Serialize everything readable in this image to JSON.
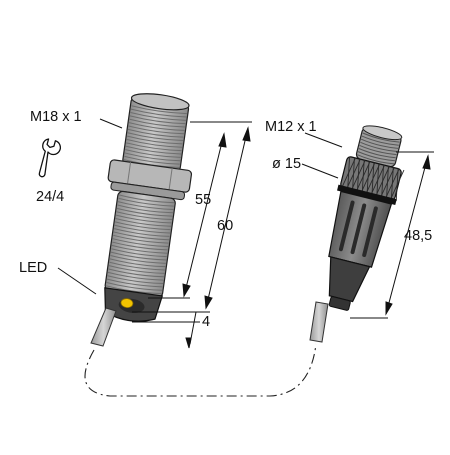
{
  "labels": {
    "thread_sensor": "M18 x 1",
    "wrench_size": "24/4",
    "led": "LED",
    "dim_55": "55",
    "dim_60": "60",
    "dim_4": "4",
    "thread_connector": "M12 x 1",
    "diameter_15": "ø 15",
    "dim_48_5": "48,5"
  },
  "icons": {
    "wrench": "wrench-icon"
  },
  "colors": {
    "body_gray": "#a9a9a9",
    "thread_line": "#6e6e6e",
    "led_yellow": "#f2c300",
    "dark_body": "#3e3e3e",
    "line": "#111111"
  }
}
